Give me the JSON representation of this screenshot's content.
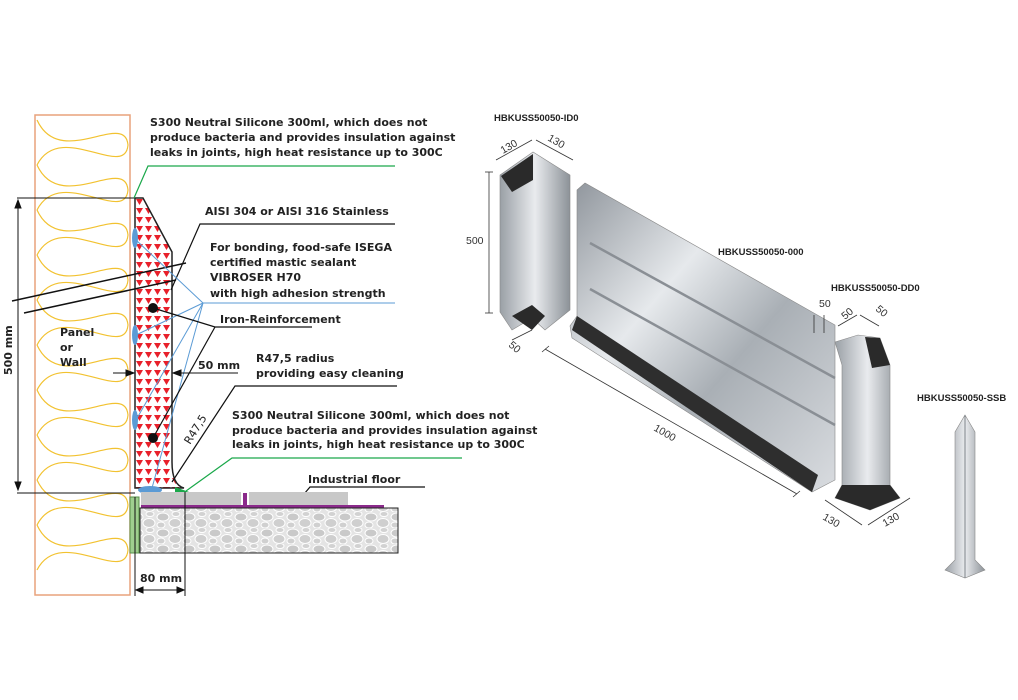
{
  "section_detail": {
    "silicone_top": [
      "S300 Neutral Silicone 300ml, which does not",
      "produce bacteria and provides insulation against",
      "leaks in joints, high heat resistance up to 300C"
    ],
    "stainless": "AISI 304 or AISI 316 Stainless",
    "bonding": [
      "For bonding, food-safe ISEGA",
      "certified mastic sealant",
      "VIBROSER H70",
      "with high adhesion strength"
    ],
    "reinforcement": "Iron-Reinforcement",
    "panel": [
      "Panel",
      "or",
      "Wall"
    ],
    "height_dim": "500 mm",
    "thickness_dim": "50 mm",
    "radius_note": [
      "R47,5 radius",
      "providing easy cleaning"
    ],
    "radius_dim": "R47,5",
    "silicone_bottom": [
      "S300 Neutral Silicone 300ml, which does not",
      "produce bacteria and provides insulation against",
      "leaks in joints, high heat resistance up to 300C"
    ],
    "floor": "Industrial floor",
    "base_dim": "80 mm"
  },
  "products": {
    "inner_corner": {
      "code": "HBKUSS50050-ID0",
      "dims": [
        "130",
        "130",
        "500",
        "50"
      ]
    },
    "straight": {
      "code": "HBKUSS50050-000",
      "dims": [
        "1000",
        "50"
      ]
    },
    "outer_corner": {
      "code": "HBKUSS50050-DD0",
      "dims": [
        "50",
        "50",
        "130",
        "130"
      ]
    },
    "end_piece": {
      "code": "HBKUSS50050-SSB"
    }
  },
  "colors": {
    "red": "#e8202a",
    "green": "#1aa84a",
    "blue": "#5b9bd5",
    "wall_border": "#e8a27c",
    "insulation": "#f2c230",
    "purple": "#8b2a8b"
  }
}
